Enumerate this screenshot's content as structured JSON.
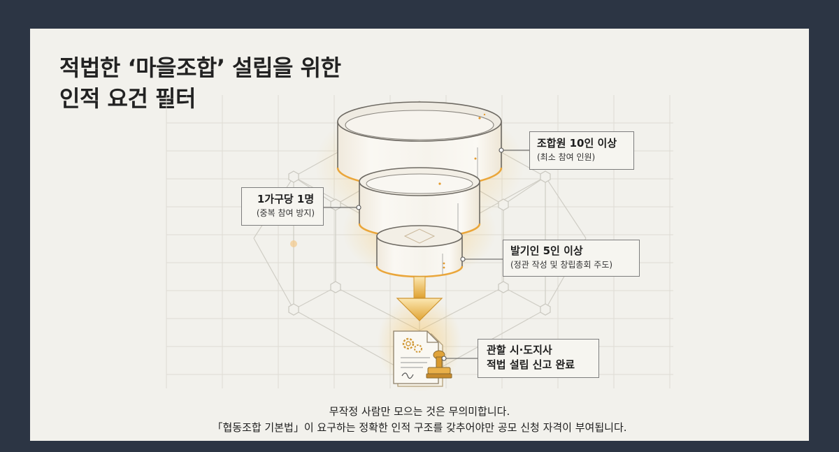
{
  "title": {
    "line1": "적법한 ‘마을조합’ 설립을 위한",
    "line2": "인적 요건 필터"
  },
  "labels": {
    "top": {
      "main": "조합원 10인 이상",
      "sub": "(최소 참여 인원)"
    },
    "middle": {
      "main": "1가구당 1명",
      "sub": "(중복 참여 방지)"
    },
    "bottom": {
      "main": "발기인 5인 이상",
      "sub": "(정관 작성 및 창립총회 주도)"
    },
    "result": {
      "line1": "관할 시·도지사",
      "line2": "적법 설립 신고 완료"
    }
  },
  "footer": {
    "line1": "무작정 사람만 모으는 것은 무의미합니다.",
    "line2": "「협동조합 기본법」이 요구하는 정확한 인적 구조를 갖추어야만 공모 신청 자격이 부여됩니다."
  },
  "colors": {
    "frame": "#2c3544",
    "slide": "#f2f1ec",
    "glow": "#f2b440",
    "arrow": "#e2a93a"
  },
  "icons": [
    "document-gear-icon",
    "stamp-icon",
    "down-arrow-icon"
  ]
}
